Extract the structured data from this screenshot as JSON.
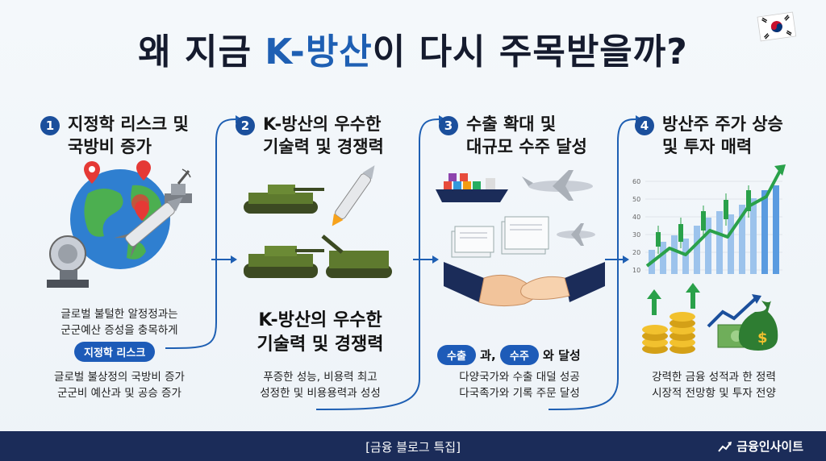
{
  "title": {
    "pre": "왜 지금 ",
    "accent": "K-방산",
    "post": "이 다시 주목받을까?"
  },
  "steps": [
    {
      "num": "1",
      "line1": "지정학 리스크 및",
      "line2": "국방비 증가",
      "desc1": "글로벌 불털한 알정정과는",
      "desc2": "군군예산 증성을 충목하게",
      "pill": "지정학 리스크",
      "foot1": "글로벌 불상정의 국방비 증가",
      "foot2": "군군비 예산과 및 공승 증가"
    },
    {
      "num": "2",
      "line1": "K-방산의 우수한",
      "line2": "기술력 및 경쟁력",
      "big1": "K-방산의 우수한",
      "big2": "기술력 및 경쟁력",
      "foot1": "푸증한 성능, 비용력 최고",
      "foot2": "성정한 및 비용용력과 성성"
    },
    {
      "num": "3",
      "line1": "수출 확대 및",
      "line2": "대규모 수주 달성",
      "pillA": "수출",
      "mid1": "과,",
      "pillB": "수주",
      "mid2": "와 달성",
      "foot1": "다양국가와 수출 대덜 성공",
      "foot2": "다국족가와 기록 주문 달성"
    },
    {
      "num": "4",
      "line1": "방산주 주가 상승",
      "line2": "및 투자 매력",
      "foot1": "강력한 금융 성적과 한 정력",
      "foot2": "시장적 전망항 및 투자 전양"
    }
  ],
  "chart_ticks": [
    "60",
    "50",
    "40",
    "30",
    "20",
    "10"
  ],
  "footer": {
    "tag": "[금융 블로그 특집]",
    "brand": "금융인사이트"
  },
  "colors": {
    "accent": "#1e5fb3",
    "footer": "#1b2c59",
    "tank": "#5e7a2e",
    "up": "#2aa14a"
  }
}
